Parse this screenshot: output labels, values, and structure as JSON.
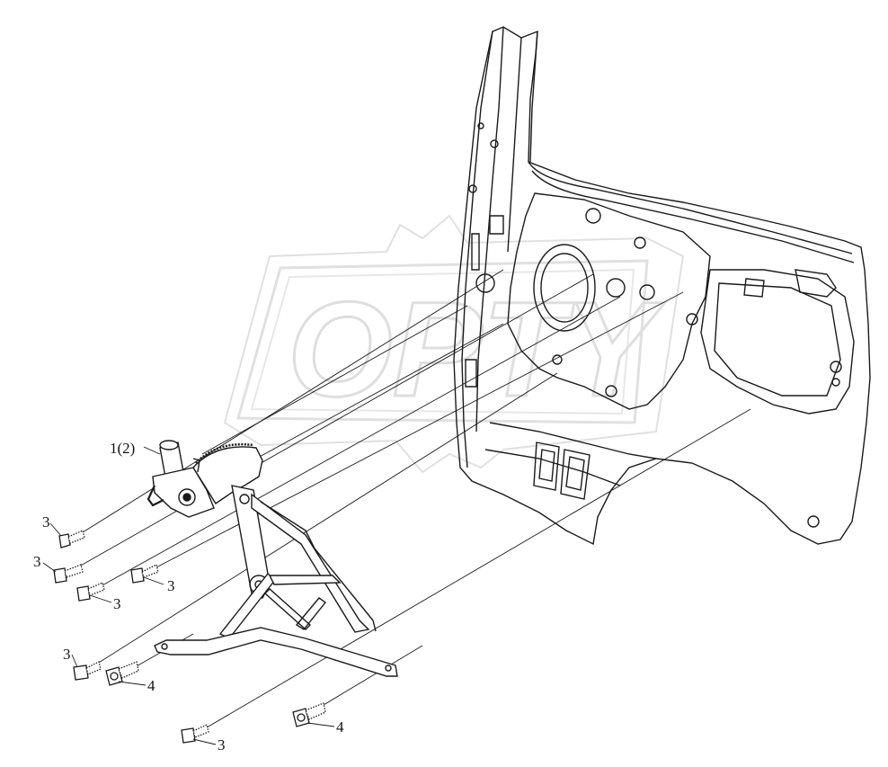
{
  "watermark": {
    "text": "OPTY",
    "color": "#cfcfcf"
  },
  "line_color": "#1a1a1a",
  "callouts": {
    "part_1": "1(2)",
    "bolt_a": "3",
    "bolt_b": "3",
    "bolt_c": "3",
    "bolt_d": "3",
    "bolt_e": "3",
    "bolt_f": "3",
    "bolt_g": "4",
    "bolt_h": "4"
  }
}
